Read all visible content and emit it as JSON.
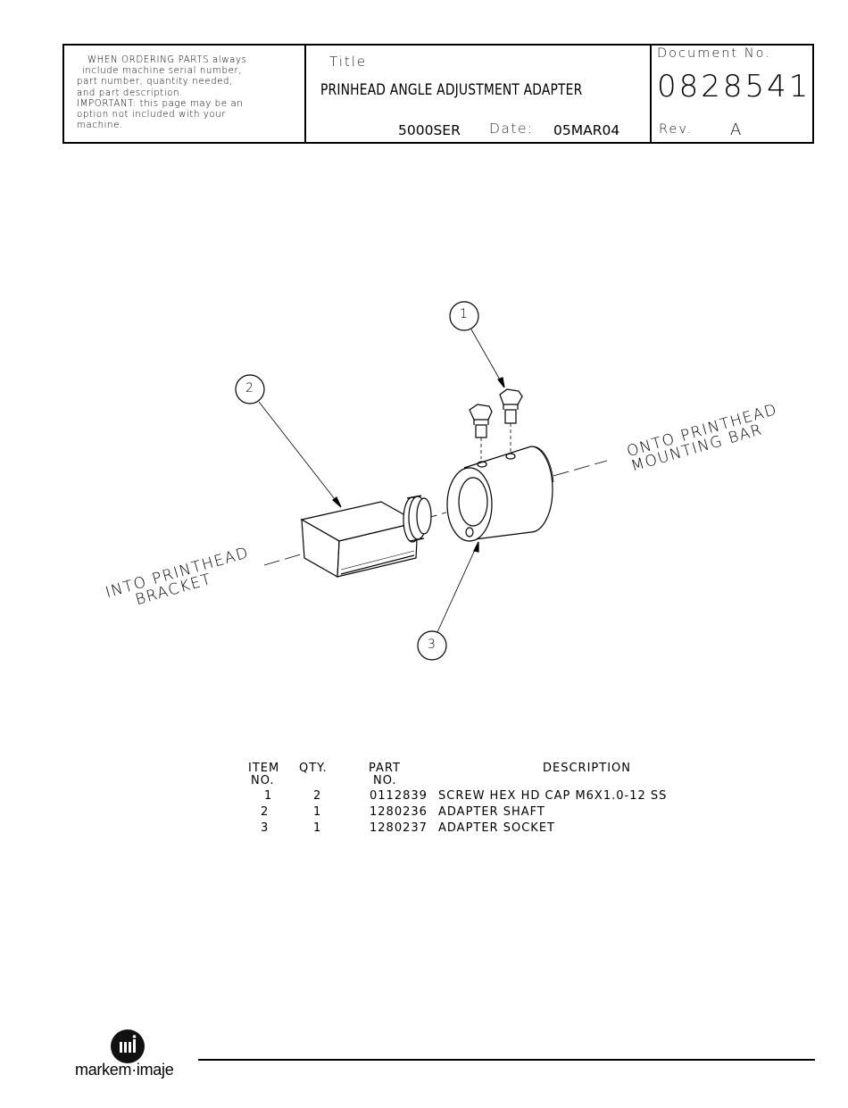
{
  "title_block": {
    "note_lines": [
      "WHEN ORDERING PARTS always",
      "include machine serial number,",
      "part number, quantity needed,",
      "and part description.",
      "IMPORTANT: this page may be an",
      "option not included with your",
      "machine."
    ],
    "title_label": "Title",
    "title": "PRINHEAD ANGLE ADJUSTMENT ADAPTER",
    "series": "5000SER",
    "date_label": "Date:",
    "date": "05MAR04",
    "document_label": "Document No.",
    "document_number": "0828541",
    "rev_label": "Rev.",
    "rev": "A"
  },
  "drawing": {
    "callouts": [
      "1",
      "2",
      "3"
    ],
    "label_bracket_1": "INTO PRINTHEAD",
    "label_bracket_2": "BRACKET",
    "label_bar_1": "ONTO PRINTHEAD",
    "label_bar_2": "MOUNTING BAR"
  },
  "parts_list": {
    "headers": {
      "item": "ITEM",
      "item2": "NO.",
      "qty": "QTY.",
      "part": "PART",
      "part2": "NO.",
      "description": "DESCRIPTION"
    },
    "rows": [
      {
        "item": "1",
        "qty": "2",
        "part": "0112839",
        "description": "SCREW HEX HD CAP M6X1.0-12 SS"
      },
      {
        "item": "2",
        "qty": "1",
        "part": "1280236",
        "description": "ADAPTER SHAFT"
      },
      {
        "item": "3",
        "qty": "1",
        "part": "1280237",
        "description": "ADAPTER SOCKET"
      }
    ]
  },
  "footer": {
    "logo_text": "markem·imaje"
  }
}
